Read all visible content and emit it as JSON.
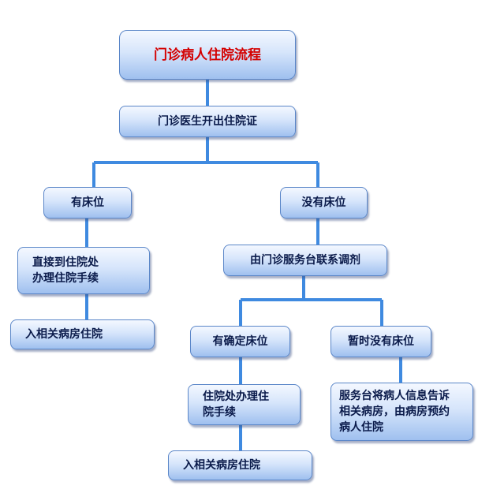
{
  "title": "门诊病人住院流程",
  "step1": "门诊医生开出住院证",
  "branch_left": {
    "label": "有床位",
    "step": "直接到住院处\n办理住院手续",
    "end": "入相关病房住院"
  },
  "branch_right": {
    "label": "没有床位",
    "step": "由门诊服务台联系调剂",
    "sub_left": {
      "label": "有确定床位",
      "step": "住院处办理住\n院手续",
      "end": "入相关病房住院"
    },
    "sub_right": {
      "label": "暂时没有床位",
      "step": "服务台将病人信息告诉\n相关病房，由病房预约\n病人住院"
    }
  },
  "colors": {
    "connector": "#3f8ae0",
    "title_text": "#d40000",
    "node_text": "#0a1a4a"
  }
}
